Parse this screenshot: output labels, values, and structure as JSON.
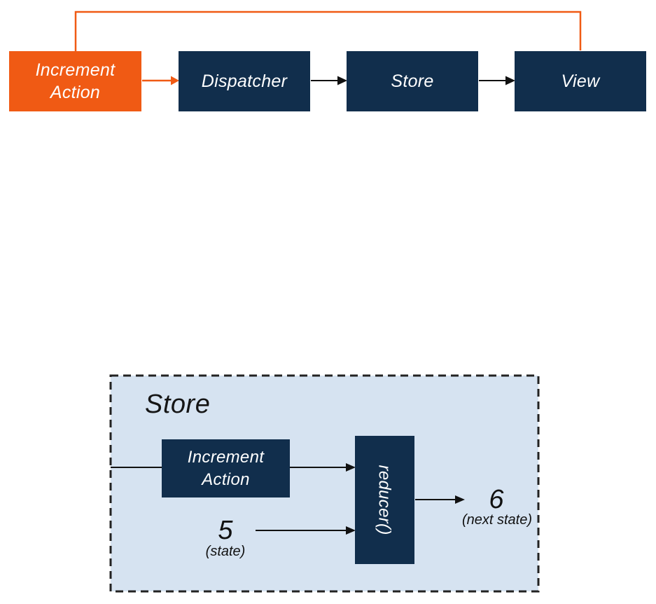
{
  "flow": {
    "nodes": [
      {
        "label": "Increment Action"
      },
      {
        "label": "Dispatcher"
      },
      {
        "label": "Store"
      },
      {
        "label": "View"
      }
    ]
  },
  "store_panel": {
    "title": "Store",
    "action_box_label": "Increment Action",
    "reducer_label": "reducer()",
    "state_value": "5",
    "state_caption": "(state)",
    "next_state_value": "6",
    "next_state_caption": "(next state)"
  },
  "colors": {
    "accent_orange": "#F05A14",
    "box_navy": "#112E4C",
    "panel_blue": "#D6E3F1",
    "wire_black": "#111111",
    "dashed_border": "#222222"
  }
}
